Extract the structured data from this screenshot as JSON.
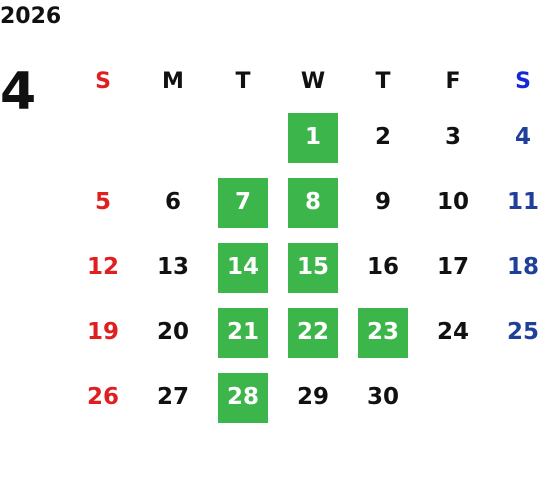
{
  "header": {
    "year": "2026",
    "month": "4"
  },
  "calendar": {
    "weekdays": [
      "S",
      "M",
      "T",
      "W",
      "T",
      "F",
      "S"
    ],
    "weeks": [
      [
        {
          "day": "",
          "type": "empty",
          "highlighted": false
        },
        {
          "day": "",
          "type": "empty",
          "highlighted": false
        },
        {
          "day": "",
          "type": "empty",
          "highlighted": false
        },
        {
          "day": "1",
          "type": "weekday",
          "highlighted": true
        },
        {
          "day": "2",
          "type": "weekday",
          "highlighted": false
        },
        {
          "day": "3",
          "type": "weekday",
          "highlighted": false
        },
        {
          "day": "4",
          "type": "saturday",
          "highlighted": false
        }
      ],
      [
        {
          "day": "5",
          "type": "sunday",
          "highlighted": false
        },
        {
          "day": "6",
          "type": "weekday",
          "highlighted": false
        },
        {
          "day": "7",
          "type": "weekday",
          "highlighted": true
        },
        {
          "day": "8",
          "type": "weekday",
          "highlighted": true
        },
        {
          "day": "9",
          "type": "weekday",
          "highlighted": false
        },
        {
          "day": "10",
          "type": "weekday",
          "highlighted": false
        },
        {
          "day": "11",
          "type": "saturday",
          "highlighted": false
        }
      ],
      [
        {
          "day": "12",
          "type": "sunday",
          "highlighted": false
        },
        {
          "day": "13",
          "type": "weekday",
          "highlighted": false
        },
        {
          "day": "14",
          "type": "weekday",
          "highlighted": true
        },
        {
          "day": "15",
          "type": "weekday",
          "highlighted": true
        },
        {
          "day": "16",
          "type": "weekday",
          "highlighted": false
        },
        {
          "day": "17",
          "type": "weekday",
          "highlighted": false
        },
        {
          "day": "18",
          "type": "saturday",
          "highlighted": false
        }
      ],
      [
        {
          "day": "19",
          "type": "sunday",
          "highlighted": false
        },
        {
          "day": "20",
          "type": "weekday",
          "highlighted": false
        },
        {
          "day": "21",
          "type": "weekday",
          "highlighted": true
        },
        {
          "day": "22",
          "type": "weekday",
          "highlighted": true
        },
        {
          "day": "23",
          "type": "weekday",
          "highlighted": true
        },
        {
          "day": "24",
          "type": "weekday",
          "highlighted": false
        },
        {
          "day": "25",
          "type": "saturday",
          "highlighted": false
        }
      ],
      [
        {
          "day": "26",
          "type": "sunday",
          "highlighted": false
        },
        {
          "day": "27",
          "type": "weekday",
          "highlighted": false
        },
        {
          "day": "28",
          "type": "weekday",
          "highlighted": true
        },
        {
          "day": "29",
          "type": "weekday",
          "highlighted": false
        },
        {
          "day": "30",
          "type": "weekday",
          "highlighted": false
        },
        {
          "day": "",
          "type": "empty",
          "highlighted": false
        },
        {
          "day": "",
          "type": "empty",
          "highlighted": false
        }
      ]
    ]
  },
  "colors": {
    "highlight_background": "#3cb54b",
    "highlight_text": "#ffffff",
    "sunday": "#e02020",
    "saturday_weekday_header": "#1428d8",
    "saturday_dates": "#1f3f9b",
    "default_text": "#111111"
  }
}
